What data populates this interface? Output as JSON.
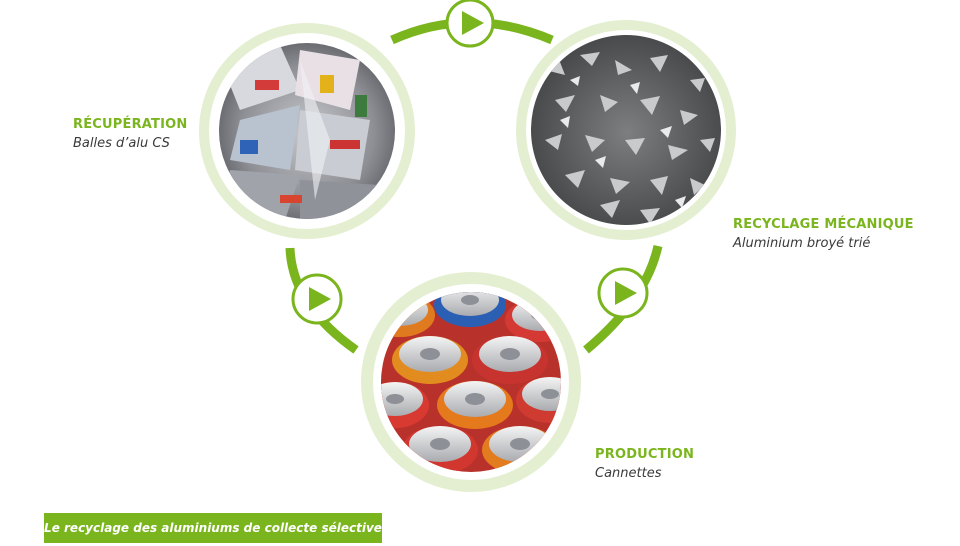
{
  "stages": [
    {
      "id": "recuperation",
      "title": "RÉCUPÉRATION",
      "subtitle": "Balles d’alu CS",
      "photo": "crushed-aluminum-bales"
    },
    {
      "id": "recyclage",
      "title": "RECYCLAGE MÉCANIQUE",
      "subtitle": "Aluminium broyé trié",
      "photo": "shredded-aluminum"
    },
    {
      "id": "production",
      "title": "PRODUCTION",
      "subtitle": "Cannettes",
      "photo": "aluminum-cans"
    }
  ],
  "caption": "Le recyclage des aluminiums de collecte sélective",
  "colors": {
    "accent": "#7ab51d",
    "ring": "#e4efd2",
    "text": "#3a3a3a"
  },
  "icons": [
    "play-arrow-icon"
  ]
}
